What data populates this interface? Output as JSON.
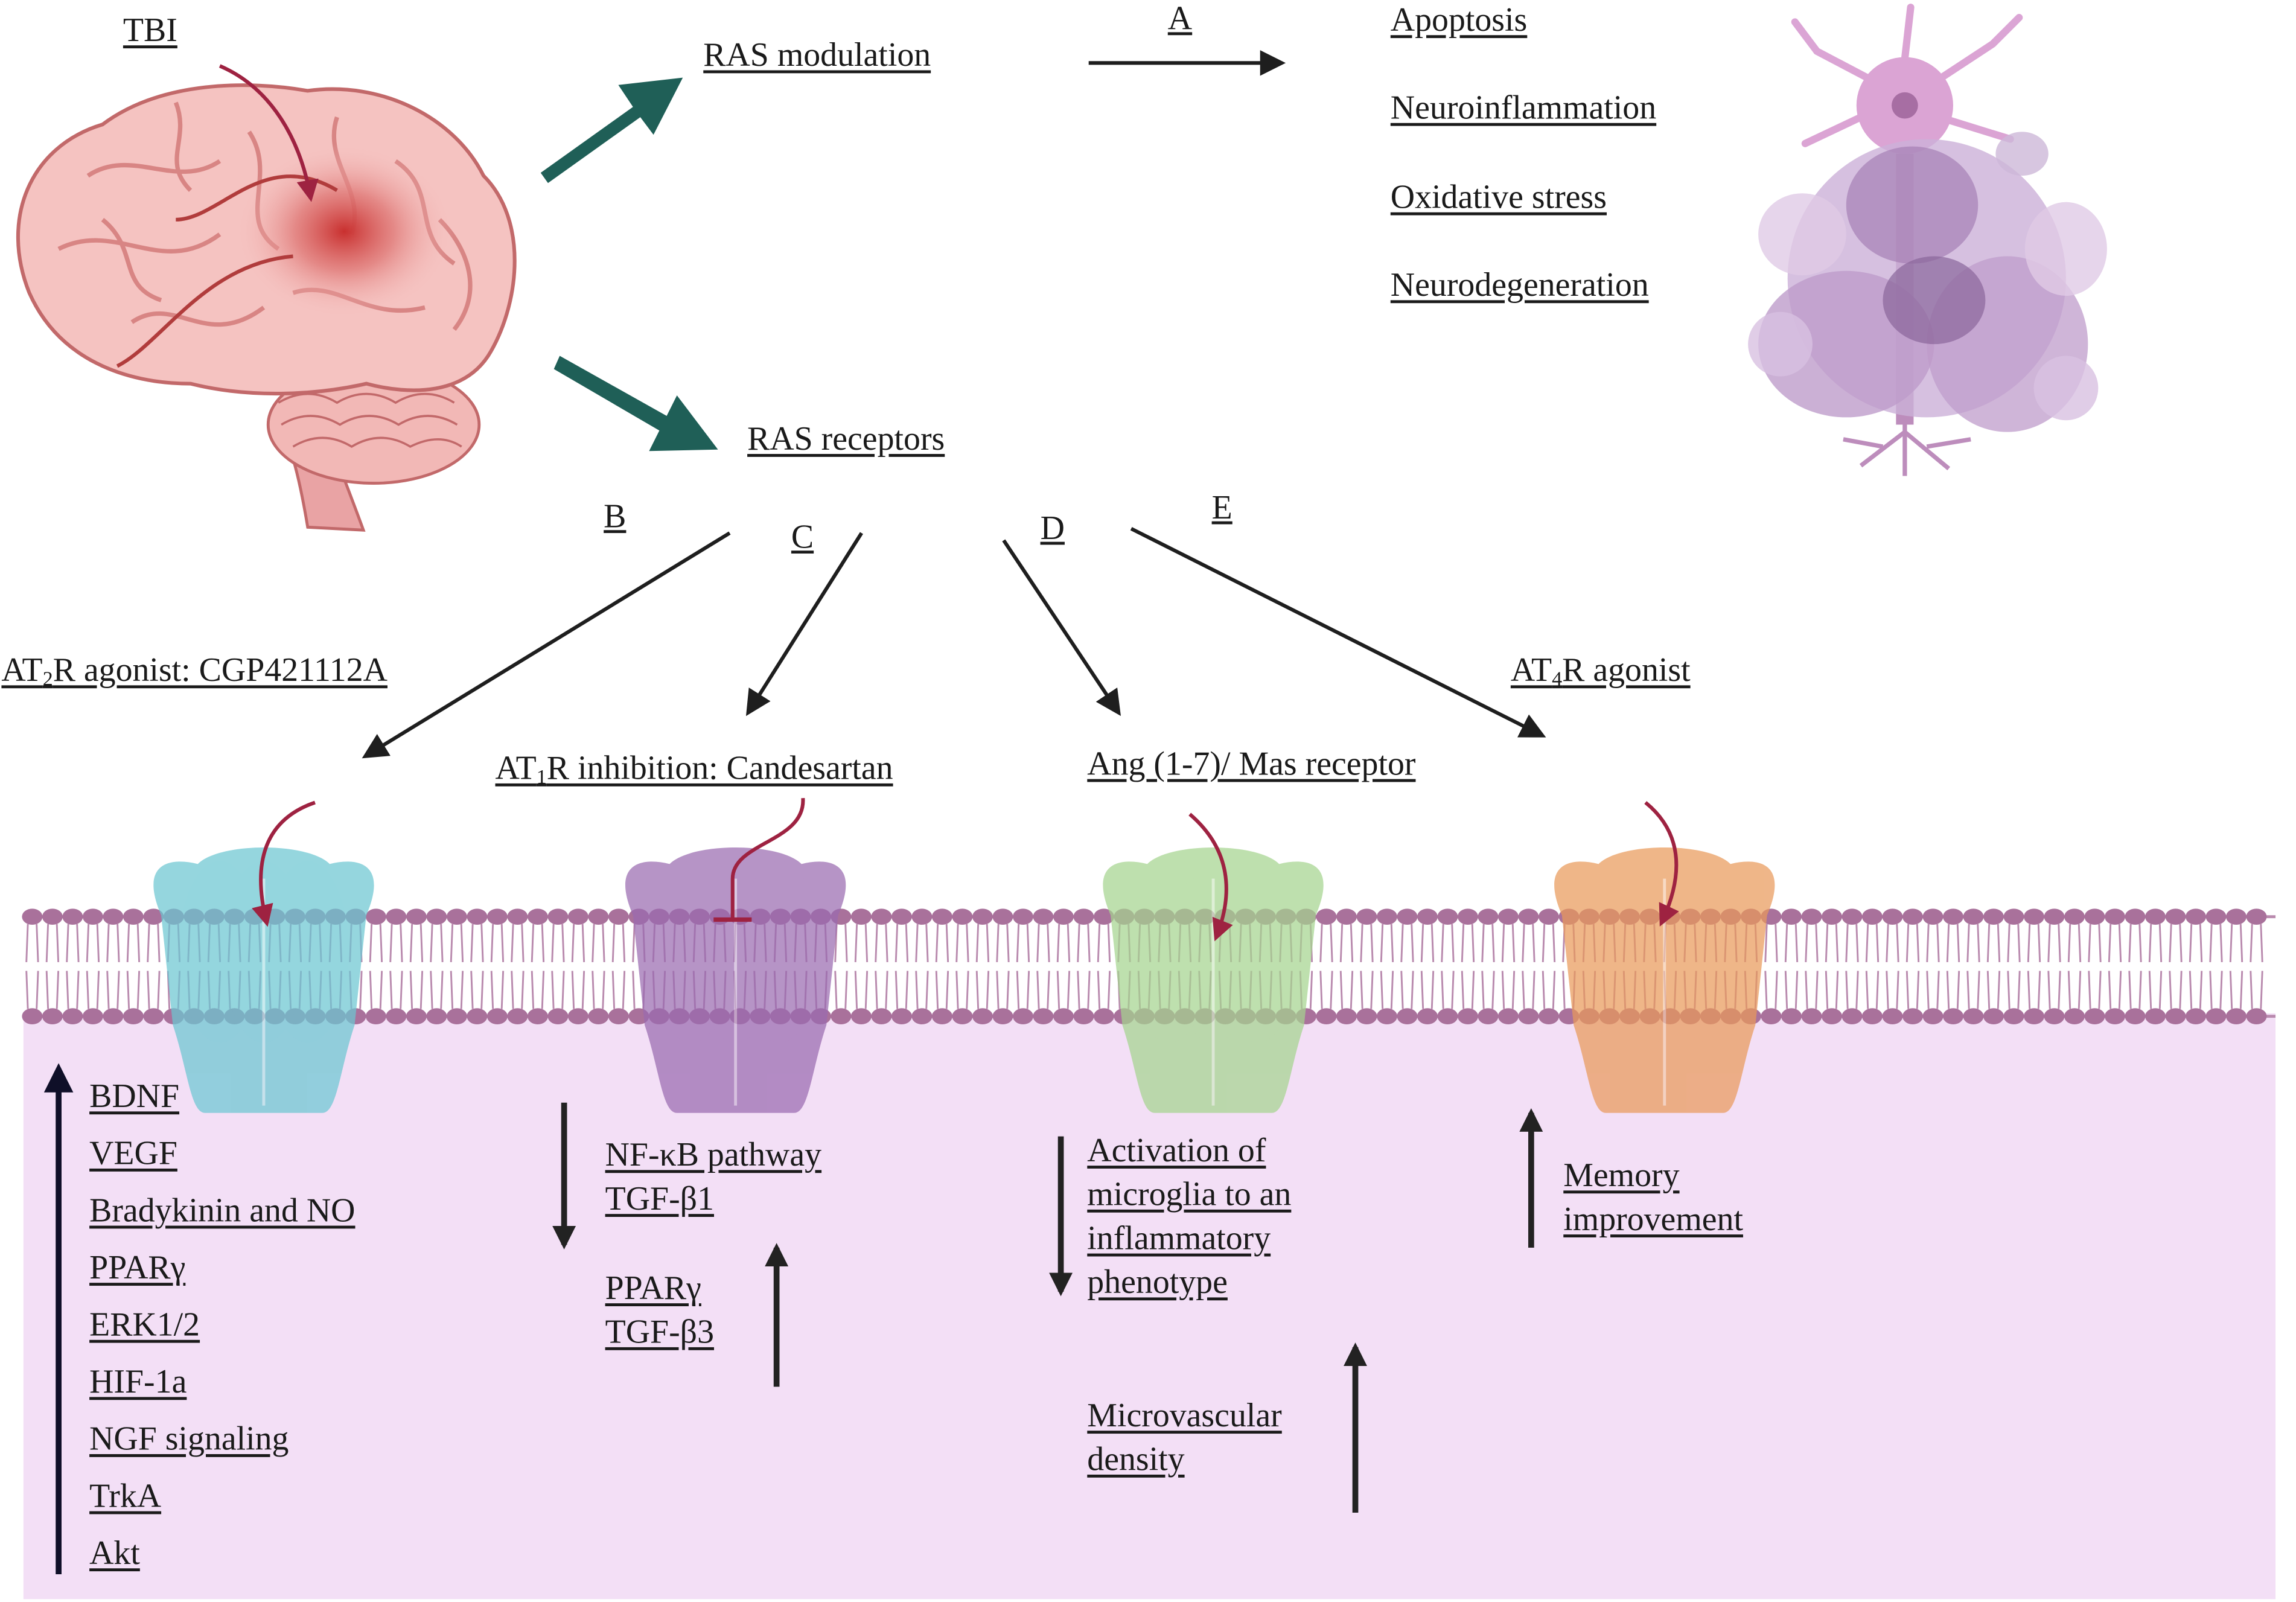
{
  "header": {
    "tbi": "TBI",
    "ras_modulation": "RAS modulation",
    "ras_receptors": "RAS receptors"
  },
  "branch_letters": {
    "a": "A",
    "b": "B",
    "c": "C",
    "d": "D",
    "e": "E"
  },
  "outcomes": [
    "Apoptosis",
    "Neuroinflammation",
    "Oxidative stress",
    "Neurodegeneration"
  ],
  "receptors": {
    "at2r": {
      "prefix": "AT",
      "sub": "2",
      "suffix": "R agonist: CGP421112A"
    },
    "at1r": {
      "prefix": "AT",
      "sub": "1",
      "suffix": "R inhibition: Candesartan"
    },
    "mas": "Ang (1-7)/ Mas receptor",
    "at4r": {
      "prefix": "AT",
      "sub": "4",
      "suffix": "R agonist"
    }
  },
  "effects": {
    "at2r_up": [
      "BDNF",
      "VEGF",
      "Bradykinin and NO",
      "PPARγ",
      "ERK1/2",
      "HIF-1a",
      "NGF signaling",
      "TrkA",
      "Akt"
    ],
    "at1r_down": [
      "NF-κB pathway",
      "TGF-β1"
    ],
    "at1r_up": [
      "PPARγ",
      "TGF-β3"
    ],
    "mas_down": [
      "Activation of",
      "microglia to an",
      "inflammatory",
      "phenotype"
    ],
    "mas_up": [
      "Microvascular",
      "density"
    ],
    "at4r_up": [
      "Memory",
      "improvement"
    ]
  },
  "colors": {
    "membrane_purple": "#a9719b",
    "cytoplasm": "#f3dff6",
    "teal_arrow": "#1f5f57",
    "crimson_arrow": "#9e2241",
    "at2r_channel": "#6cc7d2",
    "at1r_channel": "#9a6bb0",
    "mas_channel": "#a5d48f",
    "at4r_channel": "#e99a5b"
  }
}
